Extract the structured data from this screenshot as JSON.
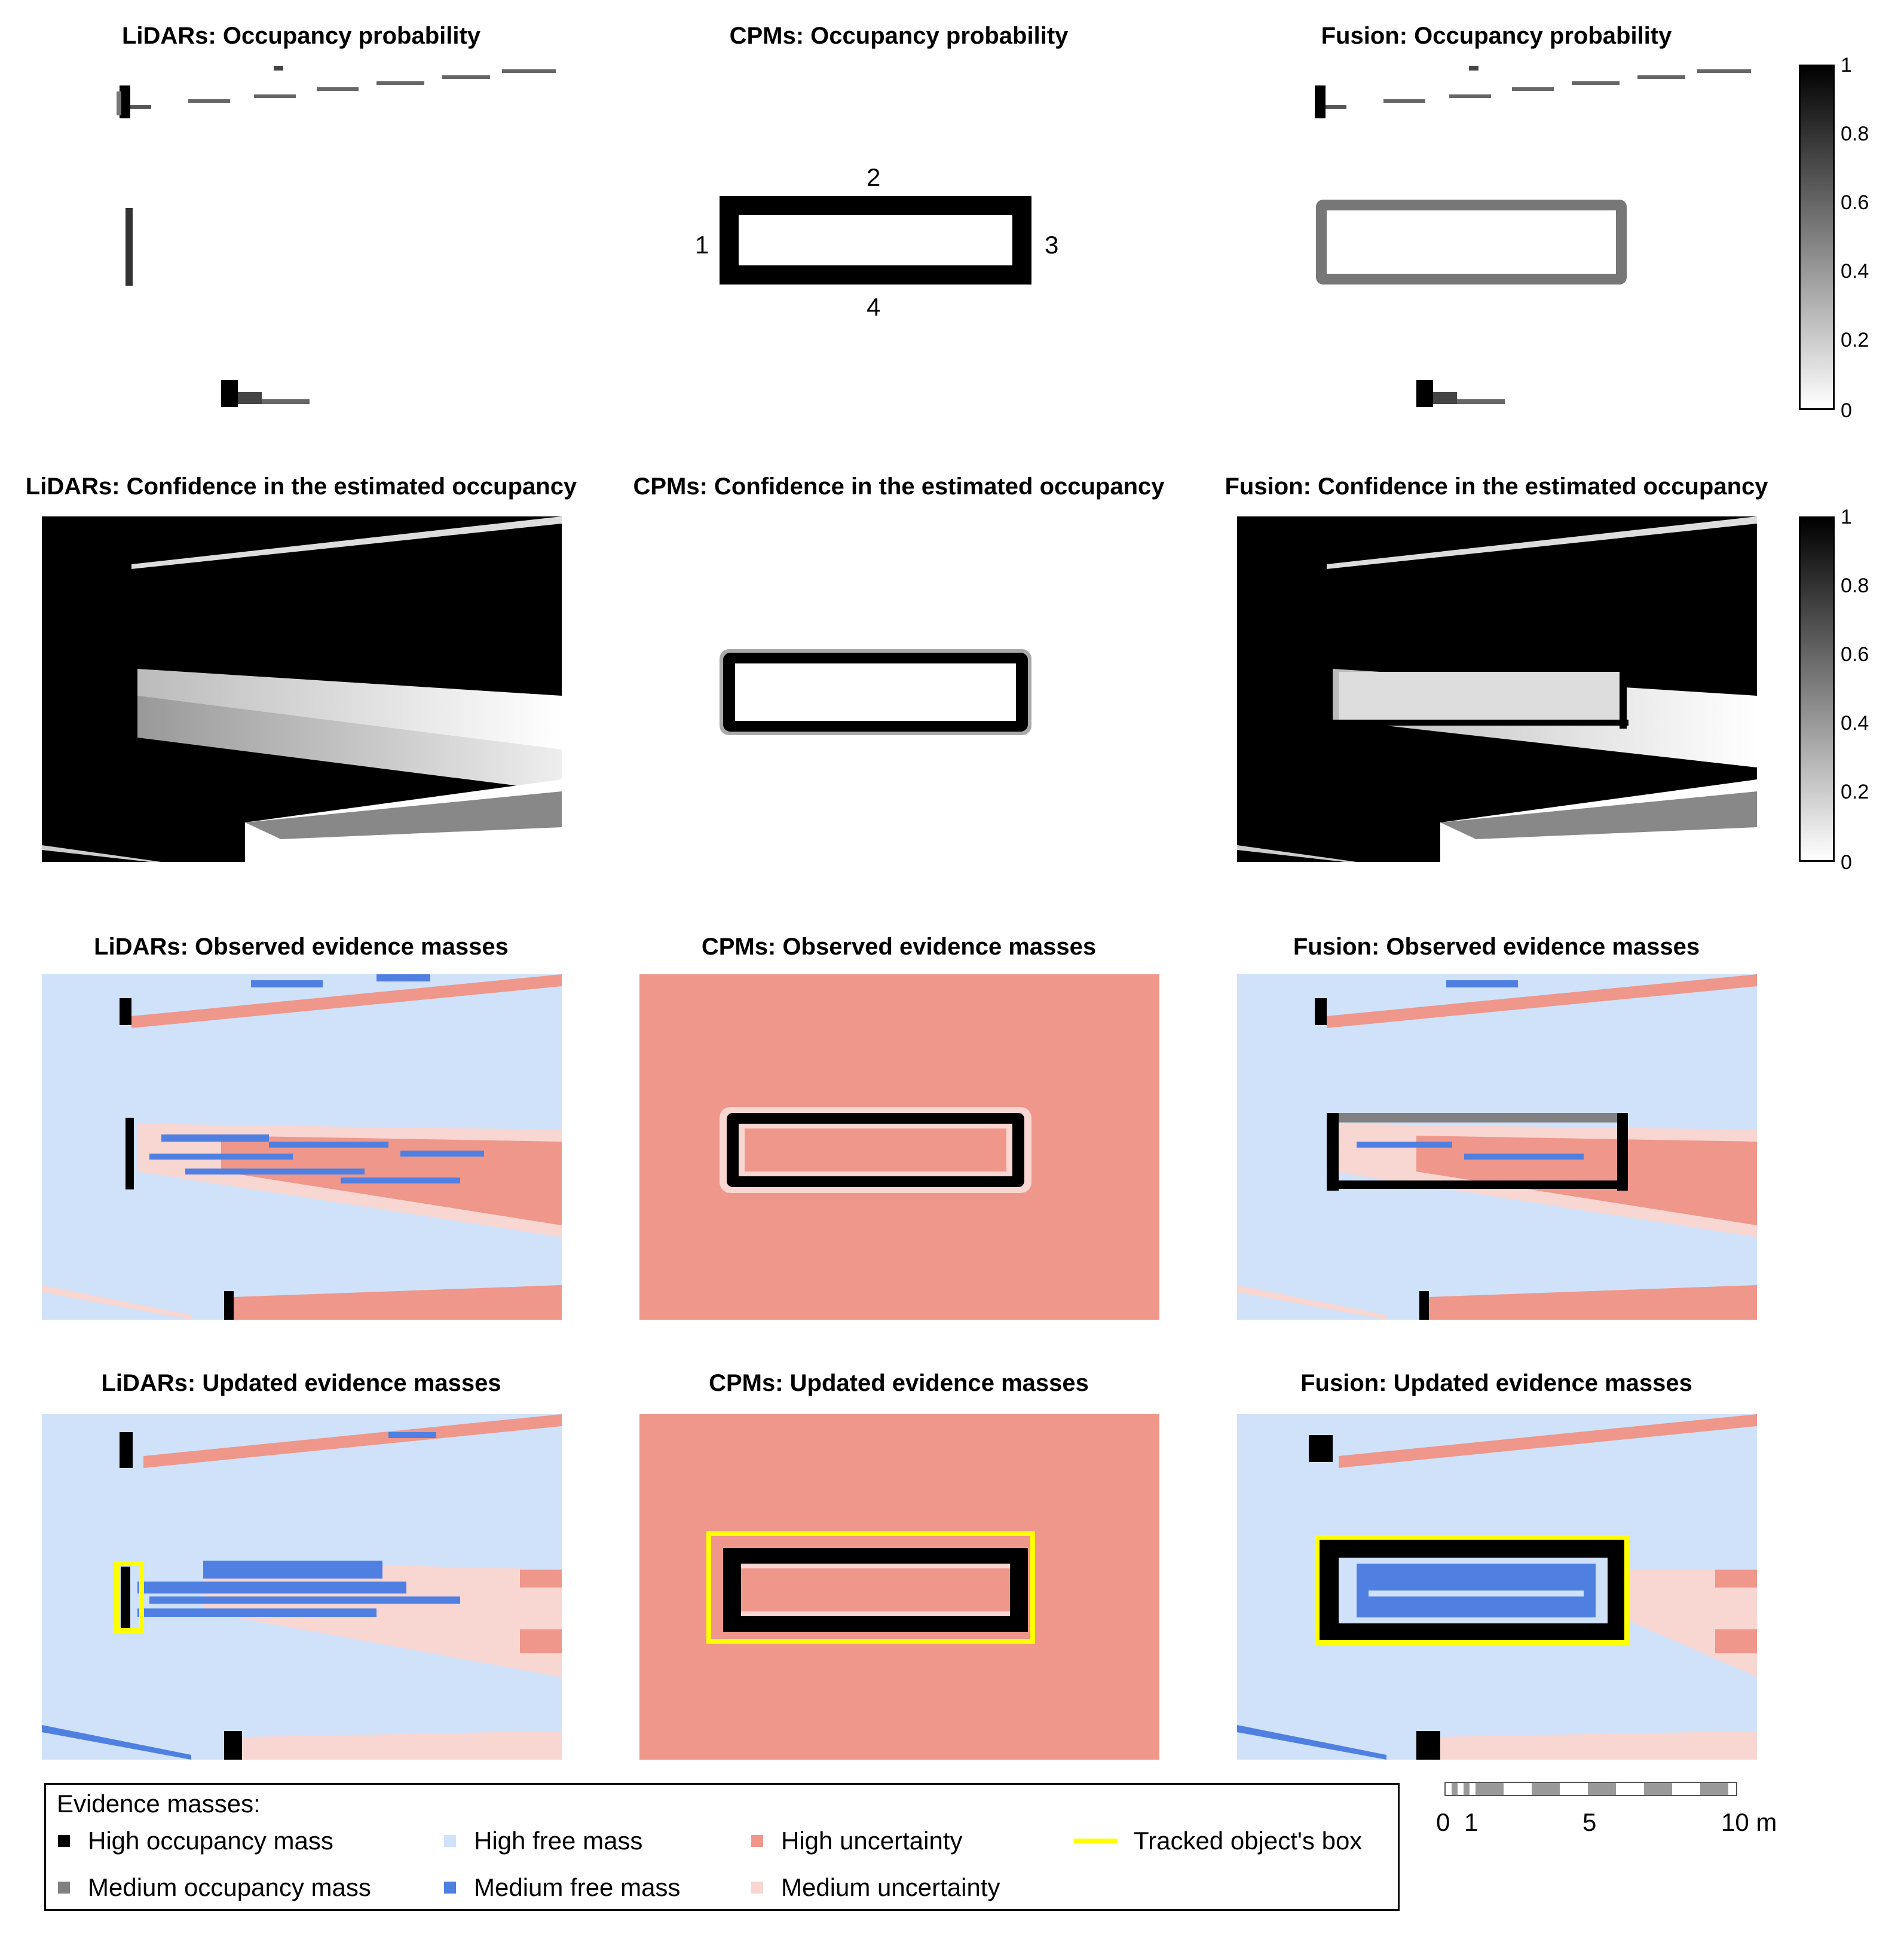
{
  "rows": [
    {
      "panels": [
        {
          "title": "LiDARs: Occupancy probability"
        },
        {
          "title": "CPMs: Occupancy probability"
        },
        {
          "title": "Fusion: Occupancy probability"
        }
      ],
      "colorbar_ticks": [
        "1",
        "0.8",
        "0.6",
        "0.4",
        "0.2",
        "0"
      ]
    },
    {
      "panels": [
        {
          "title": "LiDARs: Confidence in the estimated occupancy"
        },
        {
          "title": "CPMs: Confidence in the estimated occupancy"
        },
        {
          "title": "Fusion: Confidence in the estimated occupancy"
        }
      ],
      "colorbar_ticks": [
        "1",
        "0.8",
        "0.6",
        "0.4",
        "0.2",
        "0"
      ]
    },
    {
      "panels": [
        {
          "title": "LiDARs: Observed evidence masses"
        },
        {
          "title": "CPMs: Observed evidence masses"
        },
        {
          "title": "Fusion: Observed evidence masses"
        }
      ]
    },
    {
      "panels": [
        {
          "title": "LiDARs: Updated evidence masses"
        },
        {
          "title": "CPMs: Updated evidence masses"
        },
        {
          "title": "Fusion: Updated evidence masses"
        }
      ]
    }
  ],
  "side_labels": [
    "1",
    "2",
    "3",
    "4"
  ],
  "legend": {
    "title": "Evidence masses:",
    "items": [
      {
        "label": "High occupancy mass",
        "color": "#000000"
      },
      {
        "label": "Medium occupancy mass",
        "color": "#808080"
      },
      {
        "label": "High free mass",
        "color": "#cfe2f9"
      },
      {
        "label": "Medium free mass",
        "color": "#4f7fe0"
      },
      {
        "label": "High uncertainty",
        "color": "#ee978a"
      },
      {
        "label": "Medium uncertainty",
        "color": "#f8d6d2"
      },
      {
        "label": "Tracked object's box",
        "color": "#ffff00"
      }
    ]
  },
  "scale_bar": {
    "labels": [
      "0",
      "1",
      "5",
      "10 m"
    ]
  },
  "colors": {
    "high_occ": "#000000",
    "med_occ": "#808080",
    "high_free": "#cfe2f9",
    "med_free": "#4f7fe0",
    "high_unc": "#ee978a",
    "med_unc": "#f8d6d2",
    "box": "#ffff00"
  }
}
